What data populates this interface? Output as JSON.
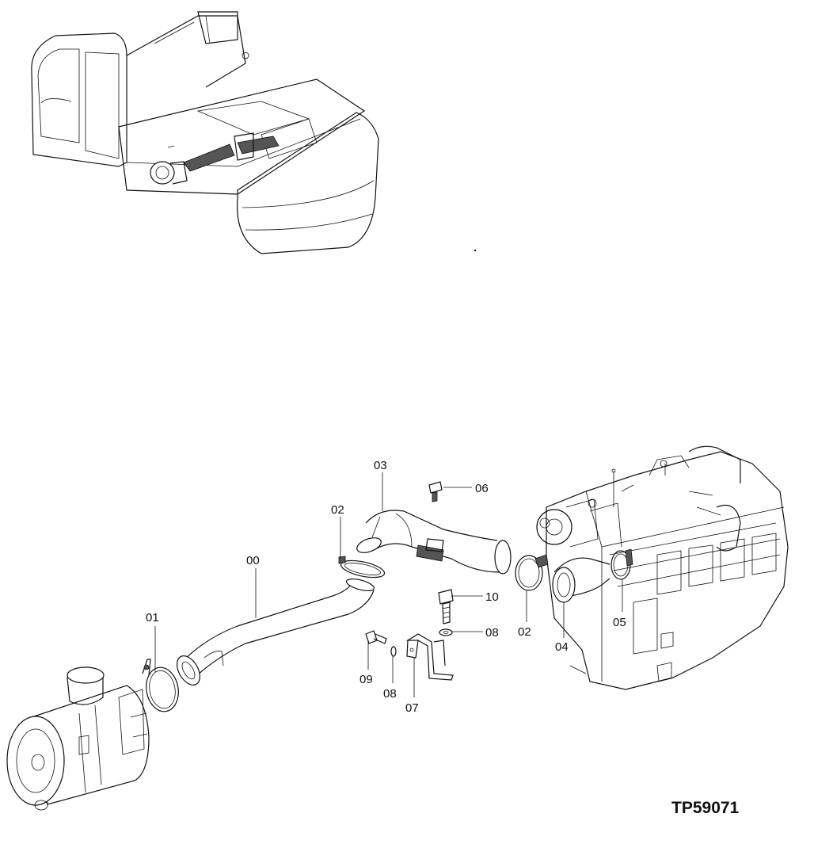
{
  "drawing_code": "TP59071",
  "callouts": [
    {
      "id": "c00",
      "label": "00"
    },
    {
      "id": "c01",
      "label": "01"
    },
    {
      "id": "c02a",
      "label": "02"
    },
    {
      "id": "c02b",
      "label": "02"
    },
    {
      "id": "c03",
      "label": "03"
    },
    {
      "id": "c04",
      "label": "04"
    },
    {
      "id": "c05",
      "label": "05"
    },
    {
      "id": "c06",
      "label": "06"
    },
    {
      "id": "c07",
      "label": "07"
    },
    {
      "id": "c08a",
      "label": "08"
    },
    {
      "id": "c08b",
      "label": "08"
    },
    {
      "id": "c09",
      "label": "09"
    },
    {
      "id": "c10",
      "label": "10"
    }
  ]
}
